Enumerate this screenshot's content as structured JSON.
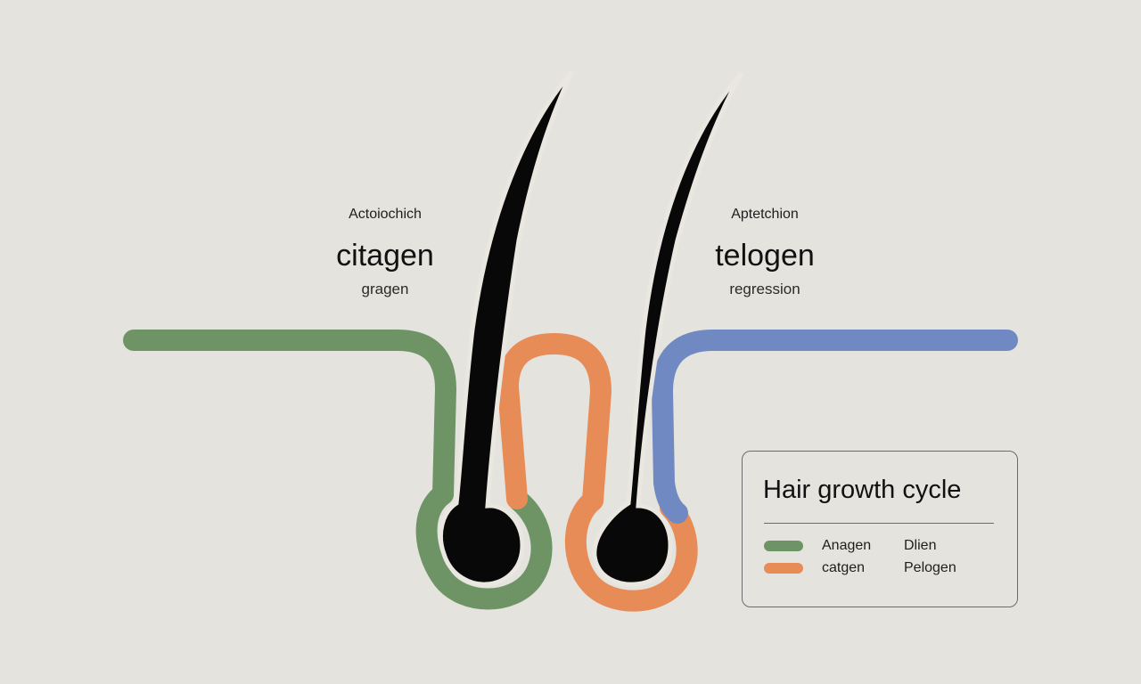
{
  "colors": {
    "background": "#e4e3de",
    "green": "#6e9466",
    "orange": "#e88c57",
    "blue": "#7189c2",
    "hair": "#080808",
    "follicle_outline": "#e9e7e0"
  },
  "labels": {
    "left": {
      "small": "Actoiochich",
      "big": "citagen",
      "sub": "gragen"
    },
    "right": {
      "small": "Aptetchion",
      "big": "telogen",
      "sub": "regression"
    }
  },
  "legend": {
    "title": "Hair growth cycle",
    "items": [
      {
        "color": "#6e9466",
        "label": "Anagen",
        "extra": "Dlien"
      },
      {
        "color": "#e88c57",
        "label": "catgen",
        "extra": "Pelogen"
      }
    ]
  }
}
